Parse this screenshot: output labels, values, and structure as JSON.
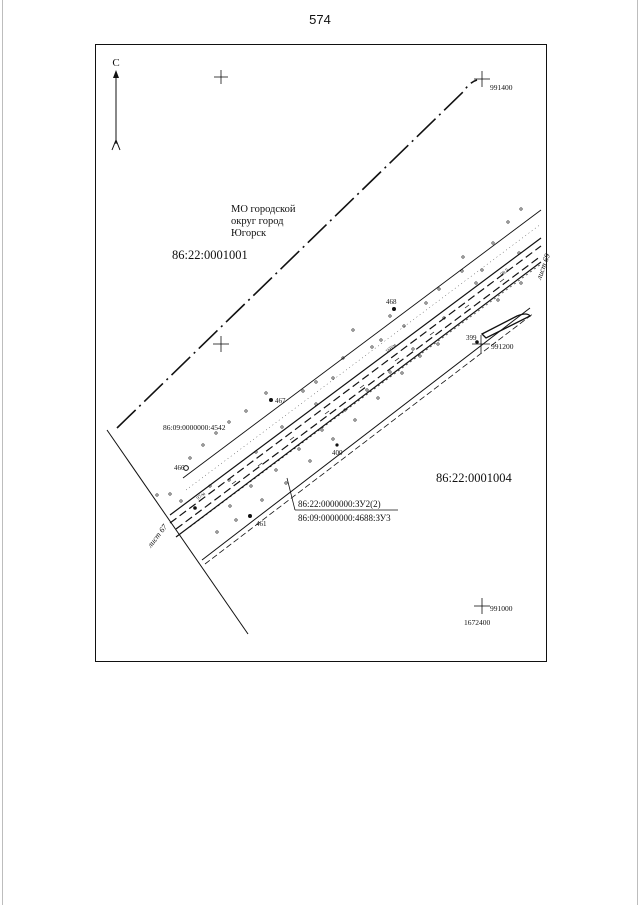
{
  "page": {
    "number": "574"
  },
  "compass": {
    "north_label": "С"
  },
  "map": {
    "municipality_label": [
      "МО городской",
      "округ город",
      "Югорск"
    ],
    "quarters": {
      "north": "86:22:0001001",
      "south": "86:22:0001004"
    },
    "parcels": {
      "road": "86:09:0000000:4542",
      "leader_top": "86:22:0000000:ЗУ2(2)",
      "leader_bottom": "86:09:0000000:4688:ЗУ3"
    },
    "coordinates": {
      "top_right": "991400",
      "mid_right": "991200",
      "bottom_right_y": "991000",
      "bottom_right_x": "1672400"
    },
    "points": [
      "468",
      "467",
      "466",
      "461",
      "400",
      "399"
    ],
    "sheet_labels": {
      "right": "лист 69",
      "left": "лист 67"
    },
    "small_labels": [
      "97/м",
      "160/м",
      "98.5"
    ]
  }
}
